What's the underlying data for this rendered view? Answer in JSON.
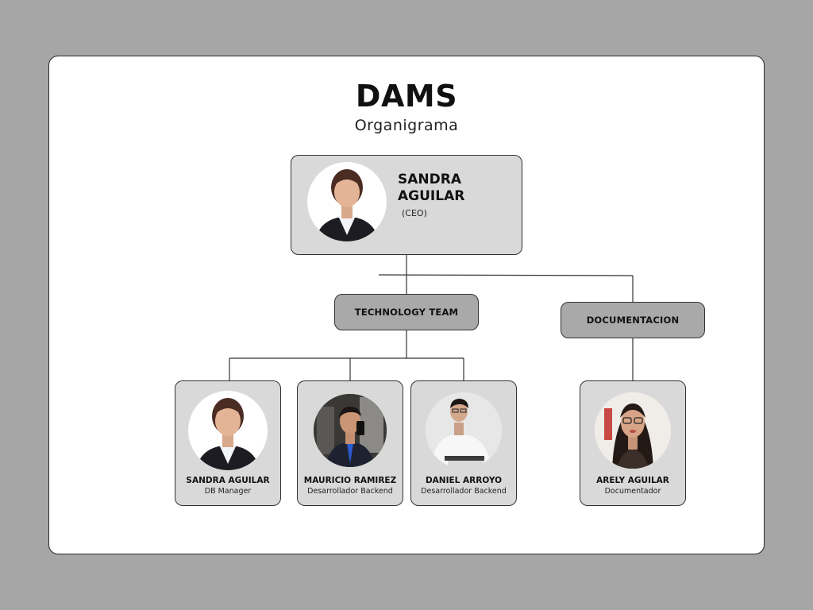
{
  "header": {
    "title": "DAMS",
    "subtitle": "Organigrama"
  },
  "ceo": {
    "name": "SANDRA AGUILAR",
    "role": "(CEO)"
  },
  "departments": [
    {
      "label": "TECHNOLOGY TEAM"
    },
    {
      "label": "DOCUMENTACION"
    }
  ],
  "members": [
    {
      "name": "SANDRA AGUILAR",
      "role": "DB Manager"
    },
    {
      "name": "MAURICIO RAMIREZ",
      "role": "Desarrollador Backend"
    },
    {
      "name": "DANIEL ARROYO",
      "role": "Desarrollador Backend"
    },
    {
      "name": "ARELY AGUILAR",
      "role": "Documentador"
    }
  ],
  "colors": {
    "background": "#a6a6a6",
    "card": "#ffffff",
    "box_light": "#d9d9d9",
    "box_dept": "#a9a9a9",
    "line": "#333333"
  }
}
